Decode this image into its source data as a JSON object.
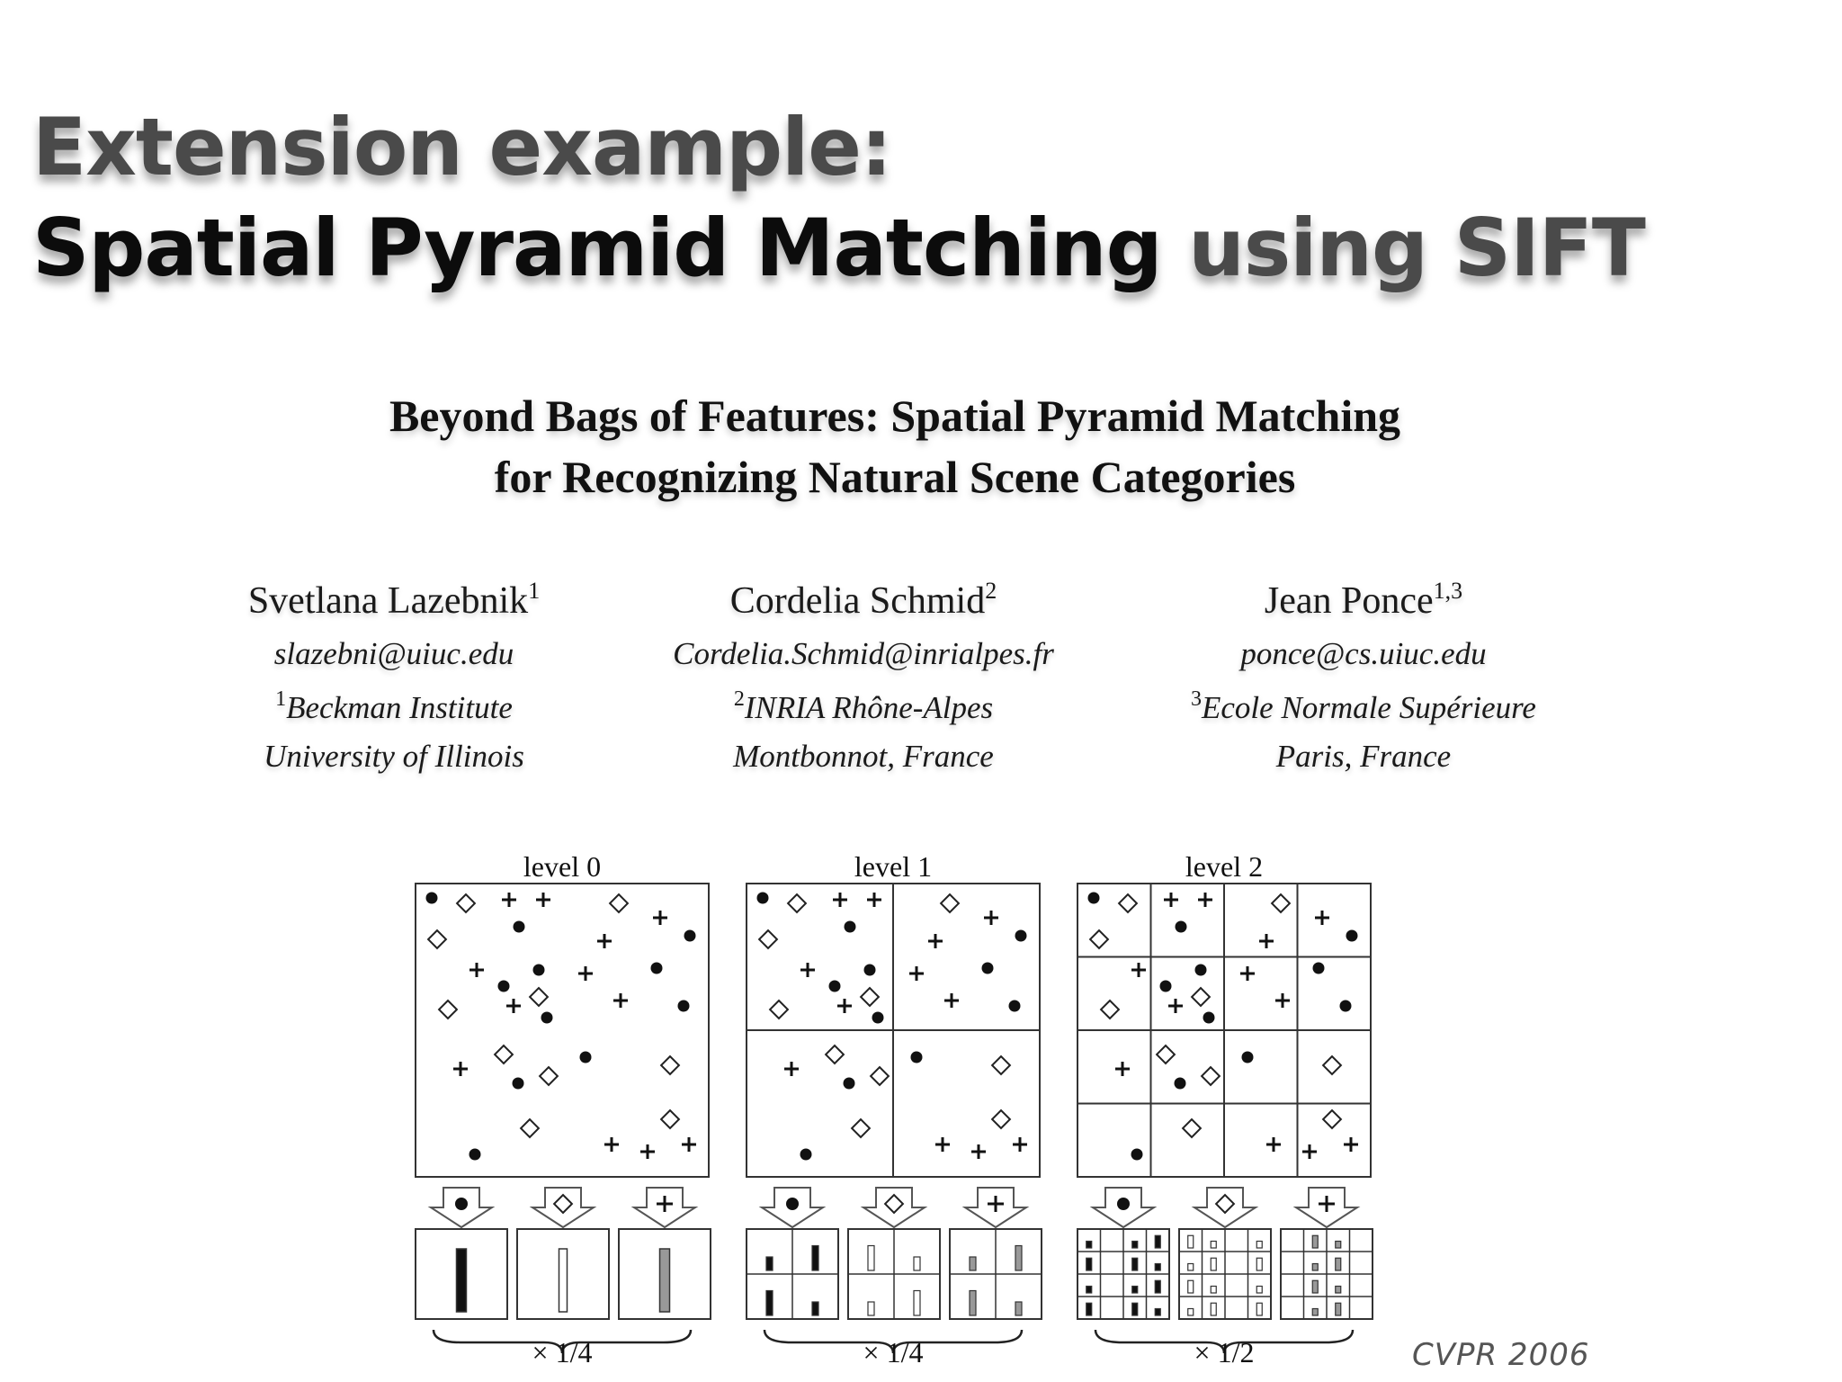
{
  "slide": {
    "title_line1": "Extension example:",
    "title_line2_black": "Spatial Pyramid Matching",
    "title_line2_gray": "using SIFT"
  },
  "paper": {
    "title_line1": "Beyond Bags of Features: Spatial Pyramid Matching",
    "title_line2": "for Recognizing Natural Scene Categories"
  },
  "authors": [
    {
      "name": "Svetlana Lazebnik",
      "mark": "1",
      "email": "slazebni@uiuc.edu",
      "inst_mark": "1",
      "institution": "Beckman Institute",
      "location": "University of Illinois"
    },
    {
      "name": "Cordelia Schmid",
      "mark": "2",
      "email": "Cordelia.Schmid@inrialpes.fr",
      "inst_mark": "2",
      "institution": "INRIA Rhône-Alpes",
      "location": "Montbonnot, France"
    },
    {
      "name": "Jean Ponce",
      "mark": "1,3",
      "email": "ponce@cs.uiuc.edu",
      "inst_mark": "3",
      "institution": "Ecole Normale Supérieure",
      "location": "Paris, France"
    }
  ],
  "figure": {
    "levels": [
      {
        "label": "level 0",
        "grid": 1,
        "weight": "× 1/4"
      },
      {
        "label": "level 1",
        "grid": 2,
        "weight": "× 1/4"
      },
      {
        "label": "level 2",
        "grid": 4,
        "weight": "× 1/2"
      }
    ],
    "feature_types": [
      "dot-icon",
      "diamond-icon",
      "plus-icon"
    ]
  },
  "venue": "CVPR 2006"
}
